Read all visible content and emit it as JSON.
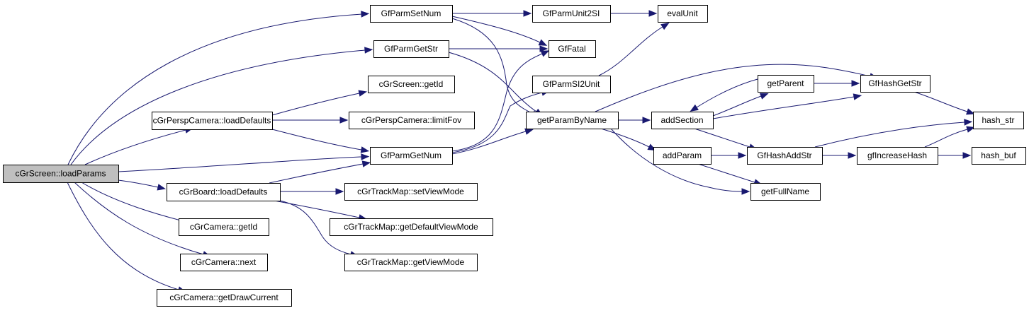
{
  "diagram": {
    "type": "call-graph",
    "root": "cGrScreen::loadParams",
    "edge_color": "#191970",
    "root_fill": "#bfbfbf",
    "nodes": [
      {
        "id": "loadParams",
        "label": "cGrScreen::loadParams",
        "root": true
      },
      {
        "id": "GfParmSetNum",
        "label": "GfParmSetNum"
      },
      {
        "id": "GfParmUnit2SI",
        "label": "GfParmUnit2SI"
      },
      {
        "id": "evalUnit",
        "label": "evalUnit"
      },
      {
        "id": "GfParmGetStr",
        "label": "GfParmGetStr"
      },
      {
        "id": "GfFatal",
        "label": "GfFatal"
      },
      {
        "id": "cGrScreenGetId",
        "label": "cGrScreen::getId"
      },
      {
        "id": "GfParmSI2Unit",
        "label": "GfParmSI2Unit"
      },
      {
        "id": "perspLoadDefaults",
        "label": "cGrPerspCamera::loadDefaults"
      },
      {
        "id": "limitFov",
        "label": "cGrPerspCamera::limitFov"
      },
      {
        "id": "getParamByName",
        "label": "getParamByName"
      },
      {
        "id": "addSection",
        "label": "addSection"
      },
      {
        "id": "getParent",
        "label": "getParent"
      },
      {
        "id": "GfHashGetStr",
        "label": "GfHashGetStr"
      },
      {
        "id": "hash_str",
        "label": "hash_str"
      },
      {
        "id": "GfParmGetNum",
        "label": "GfParmGetNum"
      },
      {
        "id": "addParam",
        "label": "addParam"
      },
      {
        "id": "GfHashAddStr",
        "label": "GfHashAddStr"
      },
      {
        "id": "gfIncreaseHash",
        "label": "gfIncreaseHash"
      },
      {
        "id": "hash_buf",
        "label": "hash_buf"
      },
      {
        "id": "boardLoadDefaults",
        "label": "cGrBoard::loadDefaults"
      },
      {
        "id": "setViewMode",
        "label": "cGrTrackMap::setViewMode"
      },
      {
        "id": "getFullName",
        "label": "getFullName"
      },
      {
        "id": "cameraGetId",
        "label": "cGrCamera::getId"
      },
      {
        "id": "getDefaultViewMode",
        "label": "cGrTrackMap::getDefaultViewMode"
      },
      {
        "id": "getViewMode",
        "label": "cGrTrackMap::getViewMode"
      },
      {
        "id": "cameraNext",
        "label": "cGrCamera::next"
      },
      {
        "id": "getDrawCurrent",
        "label": "cGrCamera::getDrawCurrent"
      }
    ],
    "edges": [
      {
        "from": "loadParams",
        "to": "GfParmSetNum"
      },
      {
        "from": "loadParams",
        "to": "GfParmGetStr"
      },
      {
        "from": "loadParams",
        "to": "perspLoadDefaults"
      },
      {
        "from": "loadParams",
        "to": "GfParmGetNum"
      },
      {
        "from": "loadParams",
        "to": "boardLoadDefaults"
      },
      {
        "from": "loadParams",
        "to": "cameraGetId"
      },
      {
        "from": "loadParams",
        "to": "cameraNext"
      },
      {
        "from": "loadParams",
        "to": "getDrawCurrent"
      },
      {
        "from": "GfParmSetNum",
        "to": "GfParmUnit2SI"
      },
      {
        "from": "GfParmSetNum",
        "to": "GfFatal"
      },
      {
        "from": "GfParmSetNum",
        "to": "getParamByName"
      },
      {
        "from": "GfParmUnit2SI",
        "to": "evalUnit"
      },
      {
        "from": "GfParmGetStr",
        "to": "GfFatal"
      },
      {
        "from": "GfParmGetStr",
        "to": "getParamByName"
      },
      {
        "from": "perspLoadDefaults",
        "to": "cGrScreenGetId"
      },
      {
        "from": "perspLoadDefaults",
        "to": "limitFov"
      },
      {
        "from": "perspLoadDefaults",
        "to": "GfParmGetNum"
      },
      {
        "from": "GfParmGetNum",
        "to": "GfFatal"
      },
      {
        "from": "GfParmGetNum",
        "to": "GfParmSI2Unit"
      },
      {
        "from": "GfParmGetNum",
        "to": "getParamByName"
      },
      {
        "from": "GfParmSI2Unit",
        "to": "evalUnit"
      },
      {
        "from": "getParamByName",
        "to": "addSection"
      },
      {
        "from": "getParamByName",
        "to": "GfHashGetStr"
      },
      {
        "from": "getParamByName",
        "to": "addParam"
      },
      {
        "from": "getParamByName",
        "to": "getFullName"
      },
      {
        "from": "addSection",
        "to": "getParent"
      },
      {
        "from": "addSection",
        "to": "GfHashGetStr"
      },
      {
        "from": "addSection",
        "to": "GfHashAddStr"
      },
      {
        "from": "getParent",
        "to": "addSection"
      },
      {
        "from": "getParent",
        "to": "GfHashGetStr"
      },
      {
        "from": "GfHashGetStr",
        "to": "hash_str"
      },
      {
        "from": "addParam",
        "to": "GfHashAddStr"
      },
      {
        "from": "addParam",
        "to": "getFullName"
      },
      {
        "from": "GfHashAddStr",
        "to": "hash_str"
      },
      {
        "from": "GfHashAddStr",
        "to": "gfIncreaseHash"
      },
      {
        "from": "gfIncreaseHash",
        "to": "hash_str"
      },
      {
        "from": "gfIncreaseHash",
        "to": "hash_buf"
      },
      {
        "from": "boardLoadDefaults",
        "to": "GfParmGetNum"
      },
      {
        "from": "boardLoadDefaults",
        "to": "setViewMode"
      },
      {
        "from": "boardLoadDefaults",
        "to": "getDefaultViewMode"
      },
      {
        "from": "boardLoadDefaults",
        "to": "getViewMode"
      }
    ]
  }
}
